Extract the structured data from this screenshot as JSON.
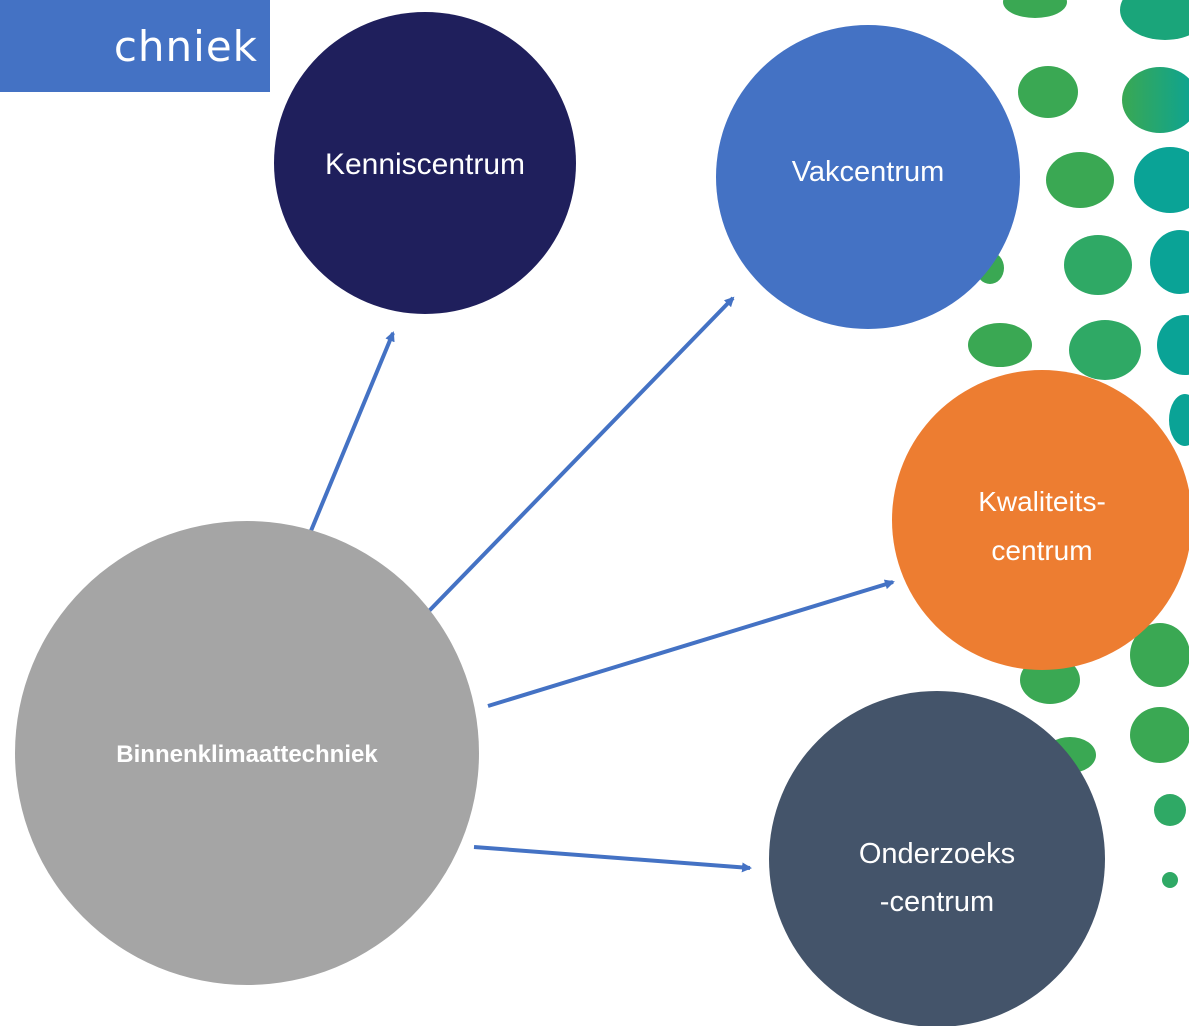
{
  "title": "chniek",
  "colors": {
    "title_bg": "#4472c4",
    "arrow": "#4472c4",
    "hub": "#a5a5a5",
    "kennis": "#1f1f5c",
    "vak": "#4472c4",
    "kwaliteit": "#ed7d31",
    "onderzoek": "#44546a",
    "dot_green": "#3aa853",
    "dot_teal": "#0aa396"
  },
  "hub": {
    "label": "Binnenklimaattechniek"
  },
  "nodes": [
    {
      "id": "kenniscentrum",
      "lines": [
        "Kenniscentrum"
      ]
    },
    {
      "id": "vakcentrum",
      "lines": [
        "Vakcentrum"
      ]
    },
    {
      "id": "kwaliteitscentrum",
      "lines": [
        "Kwaliteits-",
        "centrum"
      ]
    },
    {
      "id": "onderzoekscentrum",
      "lines": [
        "Onderzoeks",
        "-centrum"
      ]
    }
  ]
}
